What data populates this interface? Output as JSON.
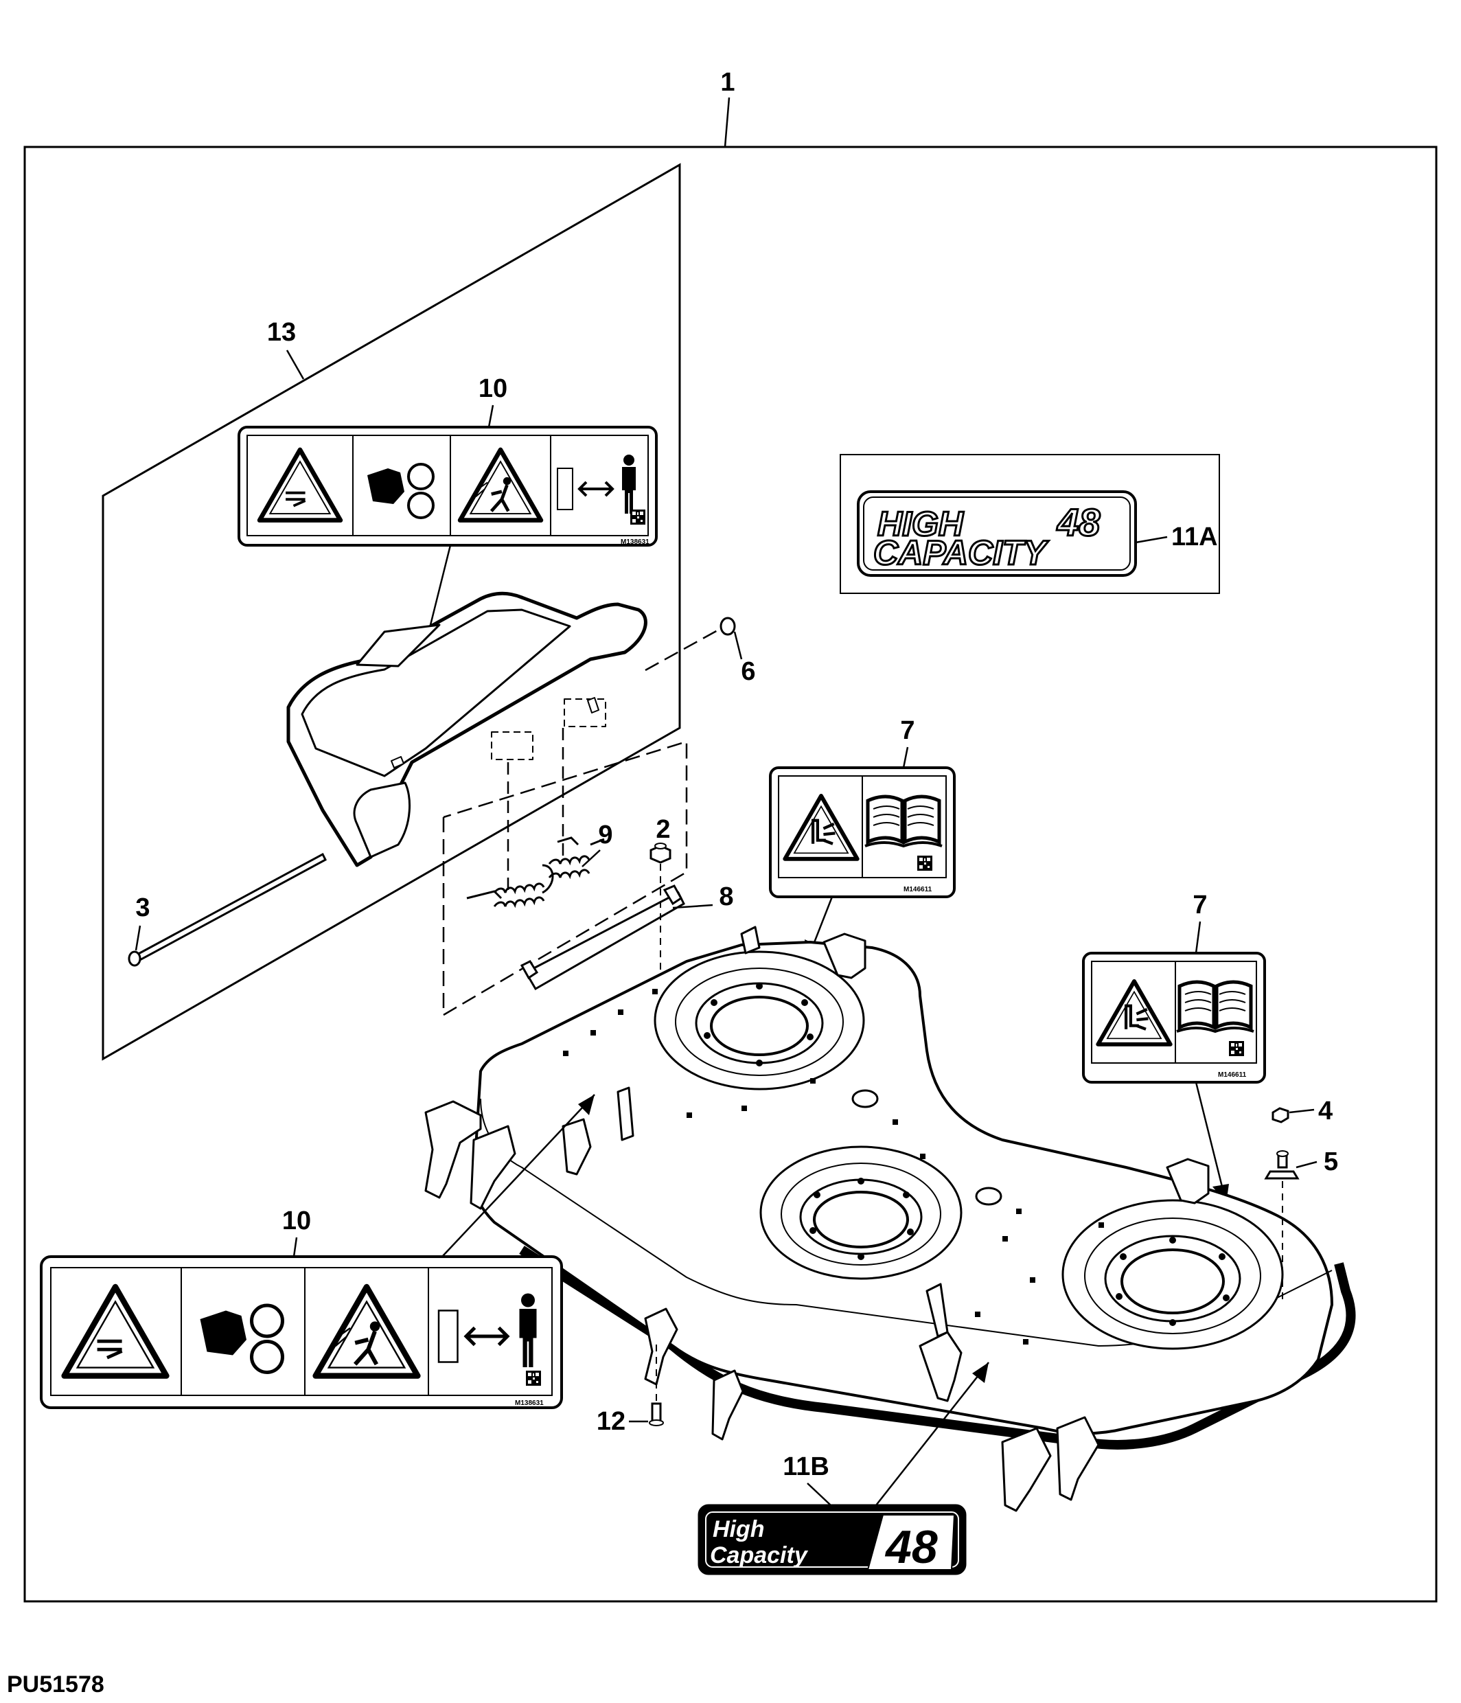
{
  "figure_id": "PU51578",
  "callouts": {
    "c1": "1",
    "c2": "2",
    "c3": "3",
    "c4": "4",
    "c5": "5",
    "c6": "6",
    "c7a": "7",
    "c7b": "7",
    "c8": "8",
    "c9": "9",
    "c10a": "10",
    "c10b": "10",
    "c11a": "11A",
    "c11b": "11B",
    "c12": "12",
    "c13": "13"
  },
  "decals": {
    "safety_decal_10_code": "M138631",
    "safety_decal_7_code": "M146611",
    "decal_11a": {
      "line1": "HIGH",
      "line2": "CAPACITY",
      "number": "48"
    },
    "decal_11b": {
      "line1": "High",
      "line2": "Capacity",
      "number": "48"
    }
  },
  "icons": [
    "warning-triangle-icon",
    "hand-entanglement-icon",
    "thrown-object-warning-icon",
    "keep-distance-person-icon",
    "blade-cut-warning-icon",
    "operator-manual-book-icon",
    "qr-code-icon"
  ],
  "colors": {
    "line": "#000000",
    "background": "#ffffff",
    "decal_11b_fill": "#000000"
  }
}
